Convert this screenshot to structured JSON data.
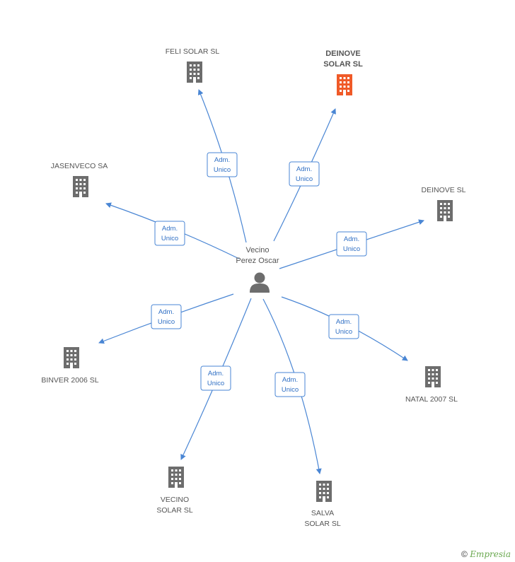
{
  "center": {
    "name_line1": "Vecino",
    "name_line2": "Perez Oscar",
    "icon": "person-icon"
  },
  "edge_label": {
    "line1": "Adm.",
    "line2": "Unico"
  },
  "companies": [
    {
      "id": "feli-solar-sl",
      "label_lines": [
        "FELI SOLAR SL"
      ],
      "highlight": false,
      "icon": "building-icon"
    },
    {
      "id": "deinove-solar-sl",
      "label_lines": [
        "DEINOVE",
        "SOLAR SL"
      ],
      "highlight": true,
      "icon": "building-icon"
    },
    {
      "id": "jasenveco-sa",
      "label_lines": [
        "JASENVECO SA"
      ],
      "highlight": false,
      "icon": "building-icon"
    },
    {
      "id": "deinove-sl",
      "label_lines": [
        "DEINOVE SL"
      ],
      "highlight": false,
      "icon": "building-icon"
    },
    {
      "id": "binver-2006-sl",
      "label_lines": [
        "BINVER 2006 SL"
      ],
      "highlight": false,
      "icon": "building-icon"
    },
    {
      "id": "natal-2007-sl",
      "label_lines": [
        "NATAL 2007 SL"
      ],
      "highlight": false,
      "icon": "building-icon"
    },
    {
      "id": "vecino-solar-sl",
      "label_lines": [
        "VECINO",
        "SOLAR SL"
      ],
      "highlight": false,
      "icon": "building-icon"
    },
    {
      "id": "salva-solar-sl",
      "label_lines": [
        "SALVA",
        "SOLAR SL"
      ],
      "highlight": false,
      "icon": "building-icon"
    }
  ],
  "colors": {
    "edge": "#4a86d4",
    "node": "#6d6d6d",
    "highlight": "#f05a28"
  },
  "footer": {
    "copyright": "©",
    "brand": "Empresia"
  }
}
